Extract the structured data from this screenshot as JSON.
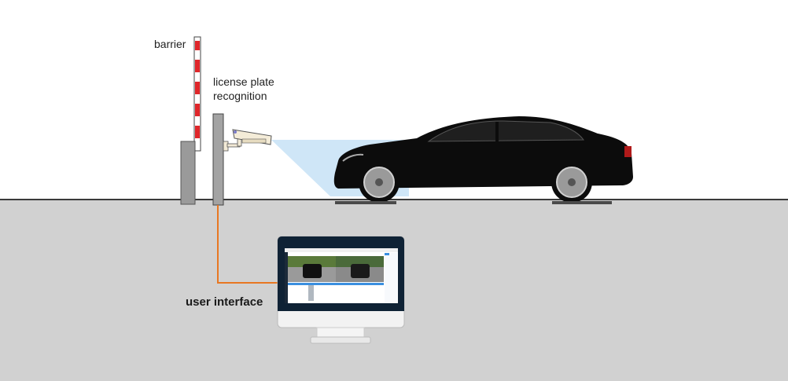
{
  "labels": {
    "barrier": "barrier",
    "lpr_line1": "license plate",
    "lpr_line2": "recognition",
    "user_interface": "user interface"
  },
  "colors": {
    "ground": "#d1d1d1",
    "sky": "#ffffff",
    "barrier_red": "#e0262a",
    "connector_orange": "#e87722",
    "camera_beam": "#cfe6f7",
    "pole_gray": "#9a9a9a",
    "car": "#0c0c0c",
    "monitor_frame": "#0f2235"
  },
  "monitor_screen": {
    "panels": [
      "camera-view-left",
      "camera-view-right",
      "calendar-sidebar",
      "records-table"
    ]
  }
}
